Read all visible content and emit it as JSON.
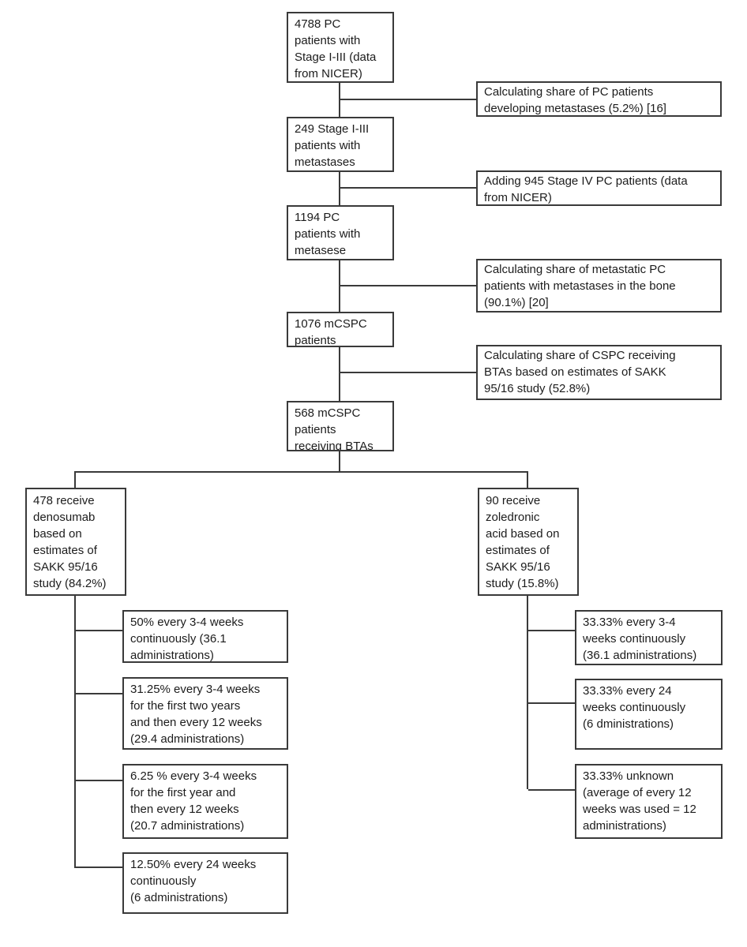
{
  "diagram": {
    "title": "mCSPC patient flow and BTA administration schedules",
    "main_flow": [
      {
        "text": "4788 PC\npatients with\nStage I-III (data\nfrom NICER)"
      },
      {
        "text": "249 Stage I-III\npatients with\nmetastases"
      },
      {
        "text": "1194 PC\npatients with\nmetasese"
      },
      {
        "text": "1076 mCSPC\npatients"
      },
      {
        "text": "568 mCSPC\npatients\nreceiving BTAs"
      }
    ],
    "annotations": [
      {
        "text": "Calculating share of PC patients\ndeveloping metastases (5.2%) [16]"
      },
      {
        "text": "Adding 945 Stage IV PC patients (data\nfrom NICER)"
      },
      {
        "text": "Calculating share of metastatic PC\npatients with metastases in the bone\n(90.1%) [20]"
      },
      {
        "text": "Calculating share of CSPC receiving\nBTAs based on estimates of SAKK\n95/16 study (52.8%)"
      }
    ],
    "branches": {
      "denosumab": {
        "text": "478 receive\ndenosumab\nbased on\nestimates of\nSAKK 95/16\nstudy (84.2%)"
      },
      "zoledronic": {
        "text": "90 receive\nzoledronic\nacid based on\nestimates of\nSAKK 95/16\nstudy (15.8%)"
      }
    },
    "denosumab_schedules": [
      {
        "text": "50% every 3-4 weeks\ncontinuously (36.1\nadministrations)"
      },
      {
        "text": "31.25% every 3-4 weeks\nfor the first two years\nand then every 12 weeks\n(29.4 administrations)"
      },
      {
        "text": "6.25 % every 3-4 weeks\nfor the first year and\nthen every 12 weeks\n(20.7 administrations)"
      },
      {
        "text": "12.50% every 24 weeks\ncontinuously\n(6 administrations)"
      }
    ],
    "zoledronic_schedules": [
      {
        "text": "33.33% every 3-4\nweeks continuously\n(36.1 administrations)"
      },
      {
        "text": "33.33% every 24\nweeks continuously\n(6 dministrations)"
      },
      {
        "text": "33.33% unknown\n(average of every 12\nweeks was used = 12\nadministrations)"
      }
    ],
    "colors": {
      "line": "#3a3a3a",
      "text": "#1c1c1c",
      "background": "#ffffff"
    }
  }
}
